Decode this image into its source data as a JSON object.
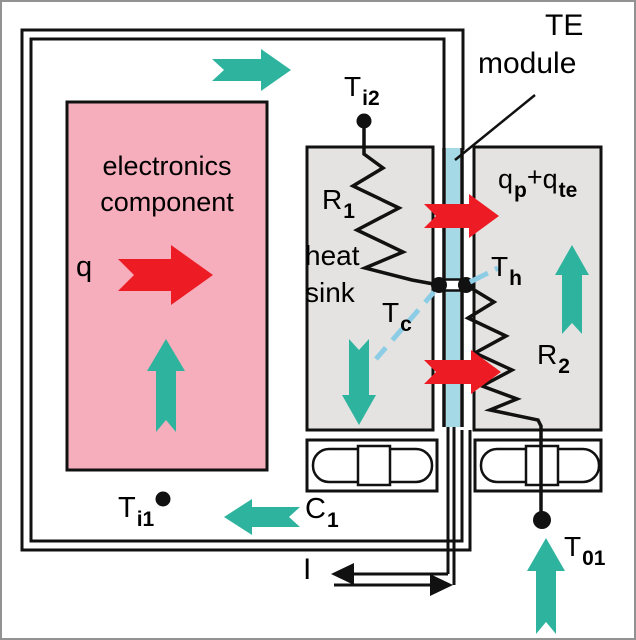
{
  "colors": {
    "line": "#111111",
    "teal": "#2eb49e",
    "red": "#ed1c24",
    "pink": "#f6aebd",
    "gray": "#e4e3e1",
    "teblue": "#a6d9e6",
    "dashblue": "#8ccde5",
    "frame": "#929292",
    "bg": "#ffffff"
  },
  "labels": {
    "te_module": {
      "line1": "TE",
      "line2": "module"
    },
    "electronics": {
      "line1": "electronics",
      "line2": "component"
    },
    "heat_sink": {
      "line1": "heat",
      "line2": "sink"
    },
    "q": "q",
    "q_sum": {
      "m1": "q",
      "s1": "p",
      "op": "+",
      "m2": "q",
      "s2": "te"
    },
    "t_i2": {
      "main": "T",
      "sub": "i2"
    },
    "t_i1": {
      "main": "T",
      "sub": "i1"
    },
    "t_c": {
      "main": "T",
      "sub": "c"
    },
    "t_h": {
      "main": "T",
      "sub": "h"
    },
    "t_01": {
      "main": "T",
      "sub": "01"
    },
    "r_1": {
      "main": "R",
      "sub": "1"
    },
    "r_2": {
      "main": "R",
      "sub": "2"
    },
    "c_1": {
      "main": "C",
      "sub": "1"
    },
    "current": "I"
  }
}
